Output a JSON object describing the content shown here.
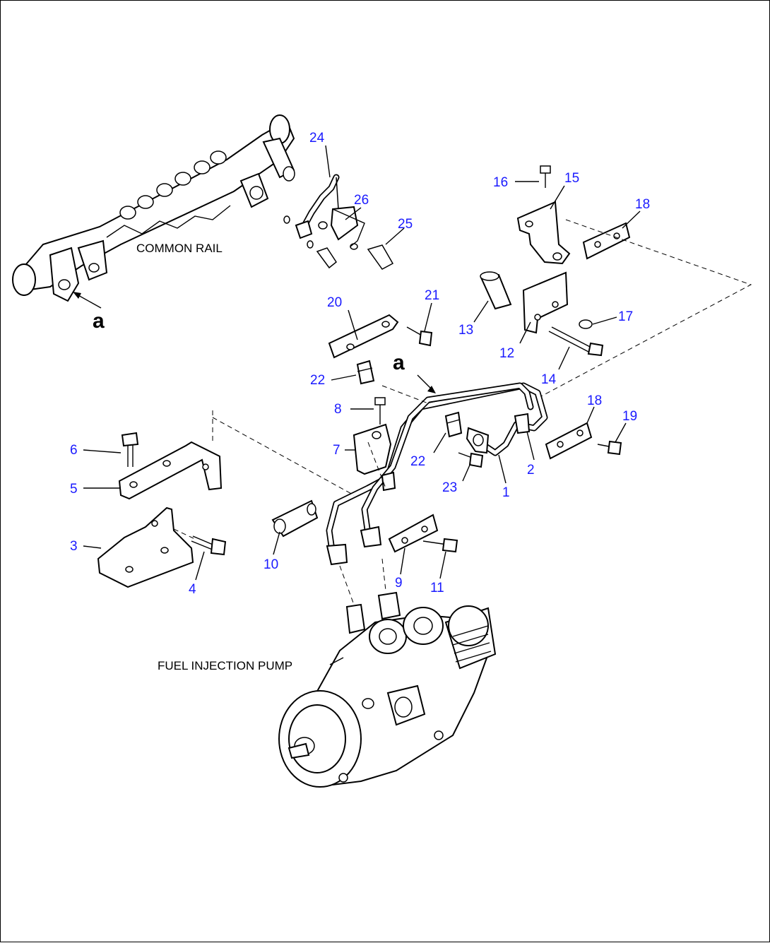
{
  "captions": {
    "common_rail": "COMMON RAIL",
    "fuel_injection_pump": "FUEL INJECTION PUMP"
  },
  "view_marks": {
    "a_rail": "a",
    "a_pipe": "a"
  },
  "colors": {
    "callout_number": "#1a1aff",
    "line_art": "#000000",
    "background": "#ffffff"
  },
  "callouts": {
    "n1": "1",
    "n2": "2",
    "n3": "3",
    "n4": "4",
    "n5": "5",
    "n6": "6",
    "n7": "7",
    "n8": "8",
    "n9": "9",
    "n10": "10",
    "n11": "11",
    "n12": "12",
    "n13": "13",
    "n14": "14",
    "n15": "15",
    "n16": "16",
    "n17": "17",
    "n18a": "18",
    "n18b": "18",
    "n19": "19",
    "n20": "20",
    "n21": "21",
    "n22a": "22",
    "n22b": "22",
    "n23": "23",
    "n24": "24",
    "n25": "25",
    "n26": "26"
  }
}
